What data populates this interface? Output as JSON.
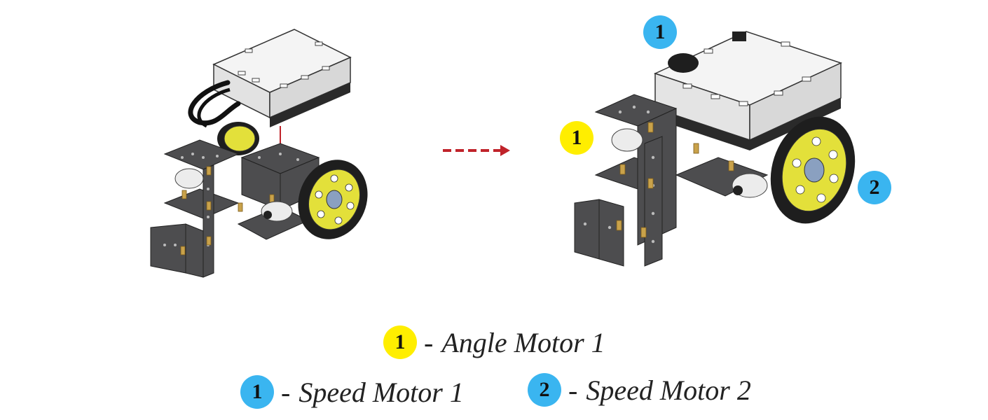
{
  "colors": {
    "angle_badge": "#ffee00",
    "speed_badge": "#3ab5f0",
    "arrow": "#c0232a",
    "wheel_yellow": "#e3e03a",
    "tire": "#1e1e1e",
    "metal": "#4d4d4f",
    "controller_body": "#f1f1f1",
    "brass": "#c9a24a"
  },
  "arrow": {
    "style": "dashed",
    "color_name": "red"
  },
  "badges": {
    "speed1": "1",
    "angle1": "1",
    "speed2": "2"
  },
  "legend": [
    {
      "number": "1",
      "color": "#ffee00",
      "dash": "-",
      "label": "Angle Motor 1"
    },
    {
      "number": "1",
      "color": "#3ab5f0",
      "dash": "-",
      "label": "Speed Motor 1"
    },
    {
      "number": "2",
      "color": "#3ab5f0",
      "dash": "-",
      "label": "Speed Motor 2"
    }
  ]
}
